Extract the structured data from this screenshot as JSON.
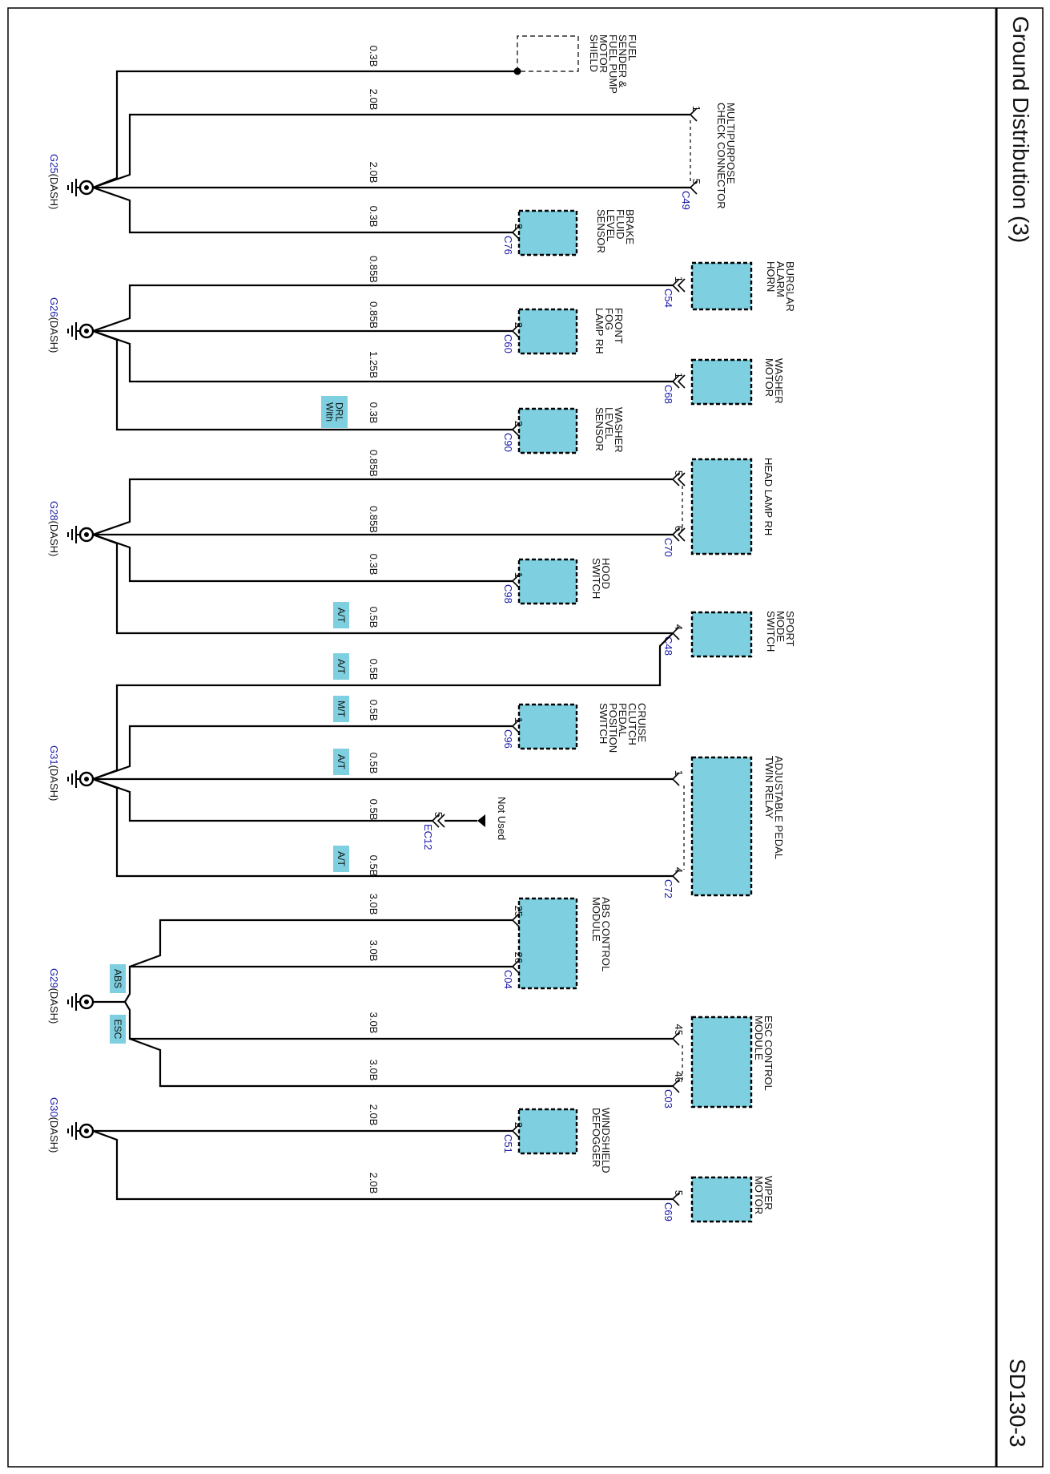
{
  "title": "Ground Distribution (3)",
  "page_code": "SD130-3",
  "colors": {
    "component_fill": "#7ecfe0",
    "grounds_label": "#1a1aa8",
    "connector_label": "#1a1aa8",
    "wire": "#000000",
    "option_fill": "#7ecfe0"
  },
  "grounds": [
    {
      "id": "g25",
      "label": "G25",
      "location": "(DASH)"
    },
    {
      "id": "g26",
      "label": "G26",
      "location": "(DASH)"
    },
    {
      "id": "g28",
      "label": "G28",
      "location": "(DASH)"
    },
    {
      "id": "g31",
      "label": "G31",
      "location": "(DASH)"
    },
    {
      "id": "g29",
      "label": "G29",
      "location": "(DASH)"
    },
    {
      "id": "g30",
      "label": "G30",
      "location": "(DASH)"
    }
  ],
  "components": [
    {
      "id": "fuel-sender",
      "name": [
        "FUEL",
        "SENDER &",
        "FUEL PUMP",
        "MOTOR",
        "SHIELD"
      ]
    },
    {
      "id": "multipurpose",
      "name": [
        "MULTIPURPOSE",
        "CHECK CONNECTOR"
      ]
    },
    {
      "id": "brake-fluid",
      "name": [
        "BRAKE",
        "FLUID",
        "LEVEL",
        "SENSOR"
      ]
    },
    {
      "id": "burglar-horn",
      "name": [
        "BURGLAR",
        "ALARM",
        "HORN"
      ]
    },
    {
      "id": "front-fog",
      "name": [
        "FRONT",
        "FOG",
        "LAMP RH"
      ]
    },
    {
      "id": "washer-motor",
      "name": [
        "WASHER",
        "MOTOR"
      ]
    },
    {
      "id": "washer-level",
      "name": [
        "WASHER",
        "LEVEL",
        "SENSOR"
      ]
    },
    {
      "id": "head-lamp",
      "name": [
        "HEAD LAMP RH"
      ]
    },
    {
      "id": "hood-switch",
      "name": [
        "HOOD",
        "SWITCH"
      ]
    },
    {
      "id": "sport-mode",
      "name": [
        "SPORT",
        "MODE",
        "SWITCH"
      ]
    },
    {
      "id": "cruise-clutch",
      "name": [
        "CRUISE",
        "CLUTCH",
        "PEDAL",
        "POSITION",
        "SWITCH"
      ]
    },
    {
      "id": "adj-pedal",
      "name": [
        "ADJUSTABLE PEDAL",
        "TWIN RELAY"
      ]
    },
    {
      "id": "abs-module",
      "name": [
        "ABS CONTROL",
        "MODULE"
      ]
    },
    {
      "id": "esc-module",
      "name": [
        "ESC CONTROL",
        "MODULE"
      ]
    },
    {
      "id": "windshield-defogger",
      "name": [
        "WINDSHIELD",
        "DEFOGGER"
      ]
    },
    {
      "id": "wiper-motor",
      "name": [
        "WIPER",
        "MOTOR"
      ]
    }
  ],
  "connectors": [
    {
      "id": "c49",
      "label": "C49"
    },
    {
      "id": "c76",
      "label": "C76"
    },
    {
      "id": "c54",
      "label": "C54"
    },
    {
      "id": "c60",
      "label": "C60"
    },
    {
      "id": "c68",
      "label": "C68"
    },
    {
      "id": "c90",
      "label": "C90"
    },
    {
      "id": "c70",
      "label": "C70"
    },
    {
      "id": "c98",
      "label": "C98"
    },
    {
      "id": "c48",
      "label": "C48"
    },
    {
      "id": "c96",
      "label": "C96"
    },
    {
      "id": "ec12",
      "label": "EC12"
    },
    {
      "id": "c72",
      "label": "C72"
    },
    {
      "id": "c04",
      "label": "C04"
    },
    {
      "id": "c03",
      "label": "C03"
    },
    {
      "id": "c51",
      "label": "C51"
    },
    {
      "id": "c69",
      "label": "C69"
    }
  ],
  "wires": [
    {
      "id": "w-fuel",
      "size": "0.3B",
      "pin": ""
    },
    {
      "id": "w-mp1",
      "size": "2.0B",
      "pin": "1"
    },
    {
      "id": "w-mp5",
      "size": "2.0B",
      "pin": "5"
    },
    {
      "id": "w-brake",
      "size": "0.3B",
      "pin": "2"
    },
    {
      "id": "w-burglar",
      "size": "0.85B",
      "pin": "1"
    },
    {
      "id": "w-fog",
      "size": "0.85B",
      "pin": "2"
    },
    {
      "id": "w-washer-motor",
      "size": "1.25B",
      "pin": "1"
    },
    {
      "id": "w-washer-level",
      "size": "0.3B",
      "pin": "2"
    },
    {
      "id": "w-head5",
      "size": "0.85B",
      "pin": "5"
    },
    {
      "id": "w-head6",
      "size": "0.85B",
      "pin": "6"
    },
    {
      "id": "w-hood",
      "size": "0.3B",
      "pin": "1"
    },
    {
      "id": "w-sport-a",
      "size": "0.5B",
      "pin": "4"
    },
    {
      "id": "w-sport-b",
      "size": "0.5B",
      "pin": ""
    },
    {
      "id": "w-cruise",
      "size": "0.5B",
      "pin": "1"
    },
    {
      "id": "w-adj1",
      "size": "0.5B",
      "pin": "1"
    },
    {
      "id": "w-ec12",
      "size": "0.5B",
      "pin": "5"
    },
    {
      "id": "w-adj4",
      "size": "0.5B",
      "pin": "4"
    },
    {
      "id": "w-abs25",
      "size": "3.0B",
      "pin": "25"
    },
    {
      "id": "w-abs26",
      "size": "3.0B",
      "pin": "26"
    },
    {
      "id": "w-esc45",
      "size": "3.0B",
      "pin": "45"
    },
    {
      "id": "w-esc46",
      "size": "3.0B",
      "pin": "46"
    },
    {
      "id": "w-defog",
      "size": "2.0B",
      "pin": "2"
    },
    {
      "id": "w-wiper",
      "size": "2.0B",
      "pin": "5"
    }
  ],
  "options": [
    {
      "id": "opt-drl",
      "label": "With DRL"
    },
    {
      "id": "opt-at1",
      "label": "A/T"
    },
    {
      "id": "opt-at2",
      "label": "A/T"
    },
    {
      "id": "opt-mt",
      "label": "M/T"
    },
    {
      "id": "opt-at3",
      "label": "A/T"
    },
    {
      "id": "opt-at4",
      "label": "A/T"
    },
    {
      "id": "opt-abs",
      "label": "ABS"
    },
    {
      "id": "opt-esc",
      "label": "ESC"
    }
  ],
  "notes": {
    "not_used": "Not Used"
  }
}
